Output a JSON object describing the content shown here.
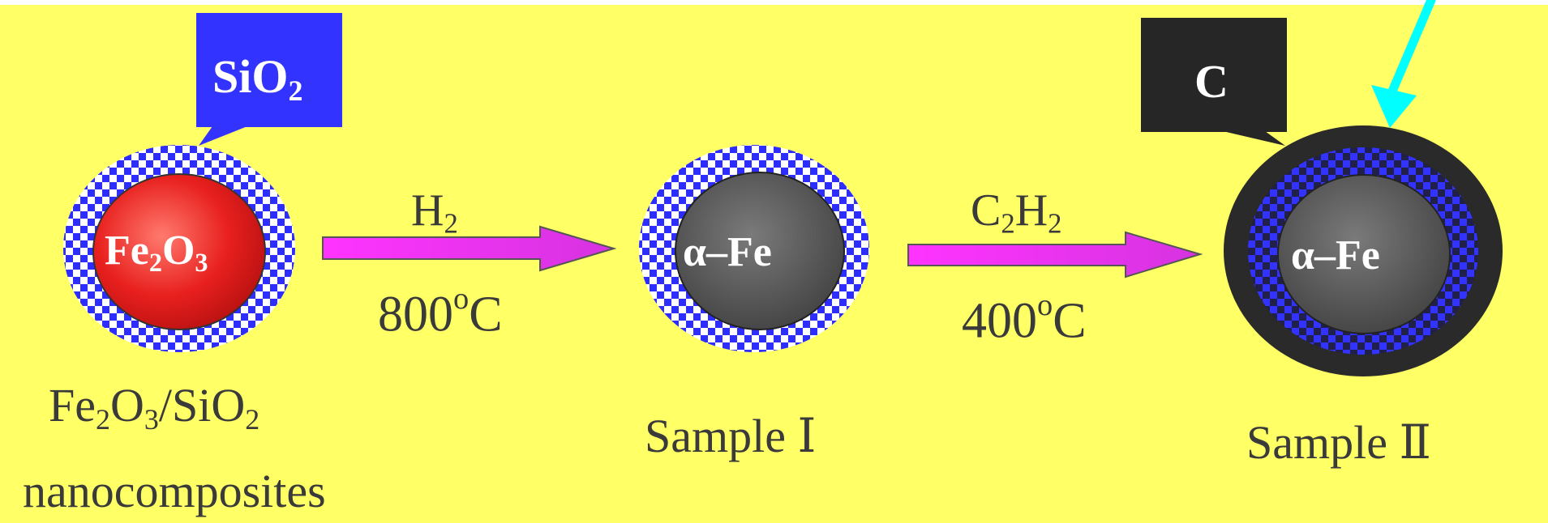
{
  "colors": {
    "background": "#ffff66",
    "checker_blue": "#2d2dff",
    "oxide_core": "#e8201e",
    "iron_core": "#4d4d4d",
    "carbon_shell": "#2a2a2a",
    "arrow": "#ff33ff",
    "sio2_callout": "#3333ff",
    "c_callout": "#262626",
    "pointer_arrow": "#00ffff"
  },
  "callouts": {
    "sio2": {
      "main": "SiO",
      "sub": "2"
    },
    "carbon": {
      "main": "C"
    }
  },
  "particles": {
    "p1": {
      "core": {
        "a": "Fe",
        "s1": "2",
        "b": "O",
        "s2": "3"
      }
    },
    "p2": {
      "core": "α–Fe"
    },
    "p3": {
      "core": "α–Fe"
    }
  },
  "steps": {
    "step1": {
      "reagent": {
        "main": "H",
        "sub": "2"
      },
      "temp": {
        "value": "800",
        "sup": "o",
        "unit": "C"
      }
    },
    "step2": {
      "reagent": {
        "a": "C",
        "s1": "2",
        "b": "H",
        "s2": "2"
      },
      "temp": {
        "value": "400",
        "sup": "o",
        "unit": "C"
      }
    }
  },
  "captions": {
    "start": {
      "a": "Fe",
      "s1": "2",
      "b": "O",
      "s2": "3",
      "c": "/SiO",
      "s3": "2",
      "line2": "nanocomposites"
    },
    "sample1": "Sample Ⅰ",
    "sample2": "Sample Ⅱ"
  }
}
